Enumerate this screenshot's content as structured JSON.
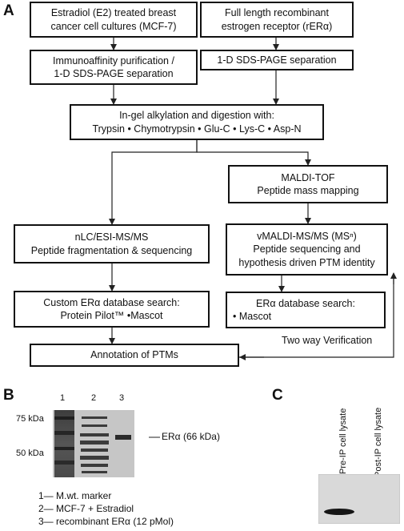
{
  "panel_labels": {
    "a": "A",
    "b": "B",
    "c": "C"
  },
  "flow": {
    "box1": [
      "Estradiol (E2) treated breast",
      "cancer cell cultures (MCF-7)"
    ],
    "box2": [
      "Full length recombinant",
      "estrogen receptor (rERα)"
    ],
    "box3": [
      "Immunoaffinity purification /",
      "1-D SDS-PAGE separation"
    ],
    "box4": [
      "1-D SDS-PAGE separation"
    ],
    "box5": [
      "In-gel alkylation and digestion with:",
      "Trypsin • Chymotrypsin • Glu-C • Lys-C • Asp-N"
    ],
    "box6": [
      "MALDI-TOF",
      "Peptide mass mapping"
    ],
    "box7": [
      "nLC/ESI-MS/MS",
      "Peptide fragmentation & sequencing"
    ],
    "box8": [
      "vMALDI-MS/MS (MSⁿ)",
      "Peptide sequencing and",
      "hypothesis driven PTM identity"
    ],
    "box9": [
      "Custom ERα database search:",
      "Protein Pilot™ •Mascot"
    ],
    "box10": [
      "ERα database search:",
      "• Mascot"
    ],
    "box11": [
      "Annotation of PTMs"
    ],
    "verification": "Two way Verification"
  },
  "gel_b": {
    "lanes": [
      "1",
      "2",
      "3"
    ],
    "markers": [
      "75 kDa",
      "50 kDa"
    ],
    "band_label": "ERα (66 kDa)",
    "legend": [
      "1— M.wt. marker",
      "2— MCF-7 + Estradiol",
      "3— recombinant ERα (12 pMol)"
    ]
  },
  "blot_c": {
    "lanes": [
      "Pre-IP cell lysate",
      "Post-IP cell lysate"
    ]
  }
}
